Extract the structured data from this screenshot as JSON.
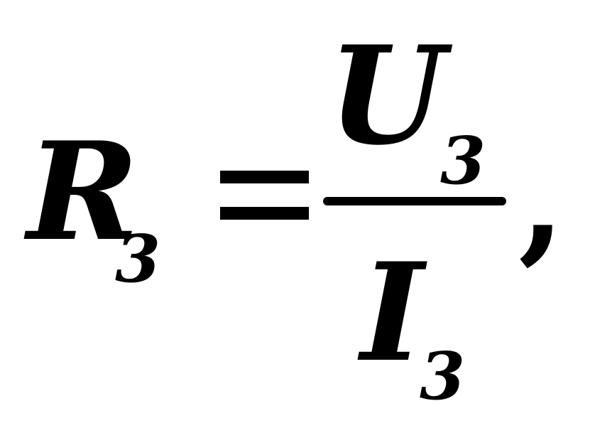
{
  "formula": {
    "lhs_symbol": "R",
    "lhs_subscript": "3",
    "equals": "=",
    "numerator_symbol": "U",
    "numerator_subscript": "3",
    "denominator_symbol": "I",
    "denominator_subscript": "3",
    "trailing_punctuation": ","
  }
}
